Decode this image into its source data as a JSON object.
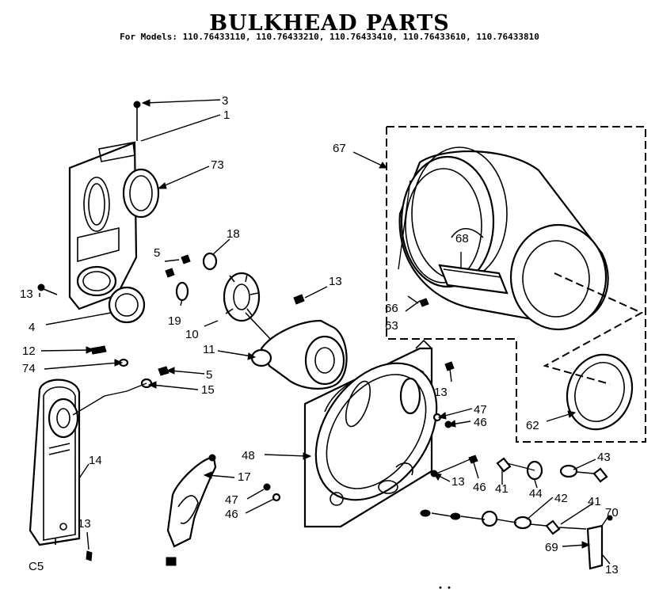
{
  "page": {
    "title": "BULKHEAD PARTS",
    "models_line": "For Models: 110.76433110, 110.76433210, 110.76433410, 110.76433610, 110.76433810"
  },
  "callouts": {
    "c3": "3",
    "c1": "1",
    "c73": "73",
    "c67": "67",
    "c18": "18",
    "c5a": "5",
    "c13a": "13",
    "c13b": "13",
    "c68": "68",
    "c66": "66",
    "c63": "63",
    "c4": "4",
    "c19": "19",
    "c10": "10",
    "c11": "11",
    "c12": "12",
    "c74": "74",
    "c5b": "5",
    "c15": "15",
    "c13c": "13",
    "c47a": "47",
    "c46a": "46",
    "c62": "62",
    "c14": "14",
    "c48": "48",
    "c17": "17",
    "c13d": "13",
    "c46b": "46",
    "c41a": "41",
    "c43": "43",
    "c44": "44",
    "c42": "42",
    "c41b": "41",
    "c70": "70",
    "c47b": "47",
    "c46c": "46",
    "c13e": "13",
    "c69": "69",
    "c13f": "13",
    "c_cs": "C5"
  }
}
